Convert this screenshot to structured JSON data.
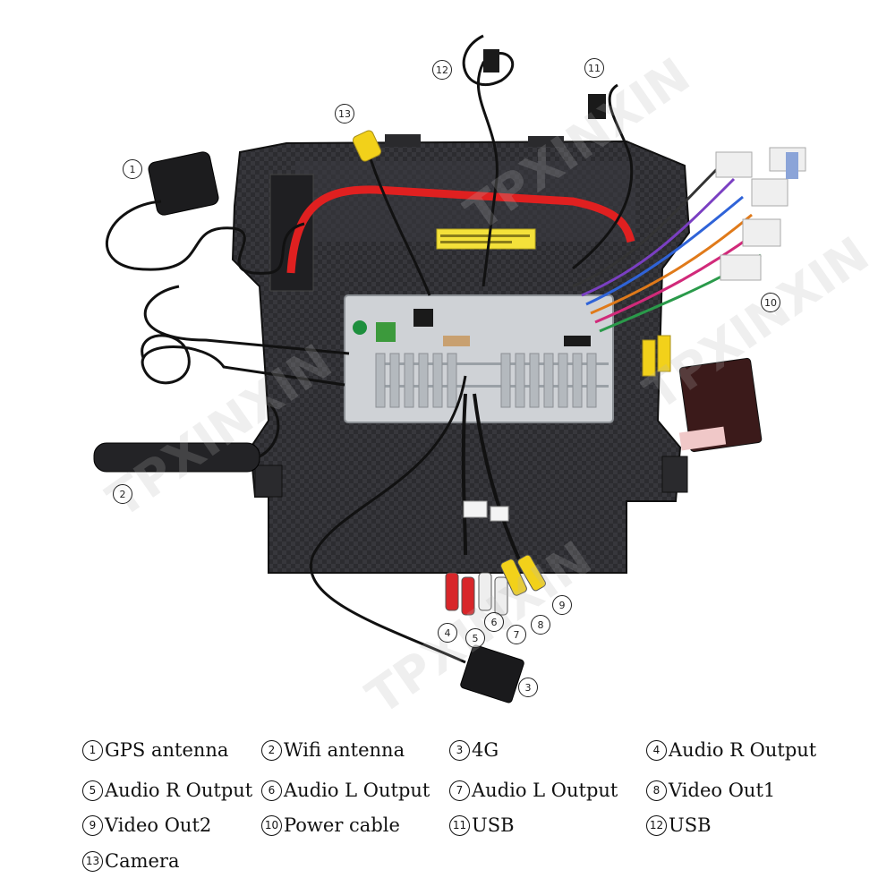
{
  "watermark": "TPXINXIN",
  "callouts": {
    "c1": "1",
    "c2": "2",
    "c3": "3",
    "c4": "4",
    "c5": "5",
    "c6": "6",
    "c7": "7",
    "c8": "8",
    "c9": "9",
    "c10": "10",
    "c11": "11",
    "c12": "12",
    "c13": "13"
  },
  "legend": [
    {
      "num": "1",
      "label": "GPS antenna"
    },
    {
      "num": "2",
      "label": "Wifi antenna"
    },
    {
      "num": "3",
      "label": "4G"
    },
    {
      "num": "4",
      "label": "Audio R Output"
    },
    {
      "num": "5",
      "label": "Audio R Output"
    },
    {
      "num": "6",
      "label": "Audio L Output"
    },
    {
      "num": "7",
      "label": "Audio L Output"
    },
    {
      "num": "8",
      "label": "Video Out1"
    },
    {
      "num": "9",
      "label": "Video Out2"
    },
    {
      "num": "10",
      "label": "Power cable"
    },
    {
      "num": "11",
      "label": "USB"
    },
    {
      "num": "12",
      "label": "USB"
    },
    {
      "num": "13",
      "label": "Camera"
    }
  ],
  "colors": {
    "panel": "#2a2a2d",
    "ribbon": "#e02020",
    "connector_yellow": "#f2d11a",
    "connector_red": "#d8262a",
    "connector_white": "#eeeeee",
    "plate": "#cfd2d6"
  }
}
